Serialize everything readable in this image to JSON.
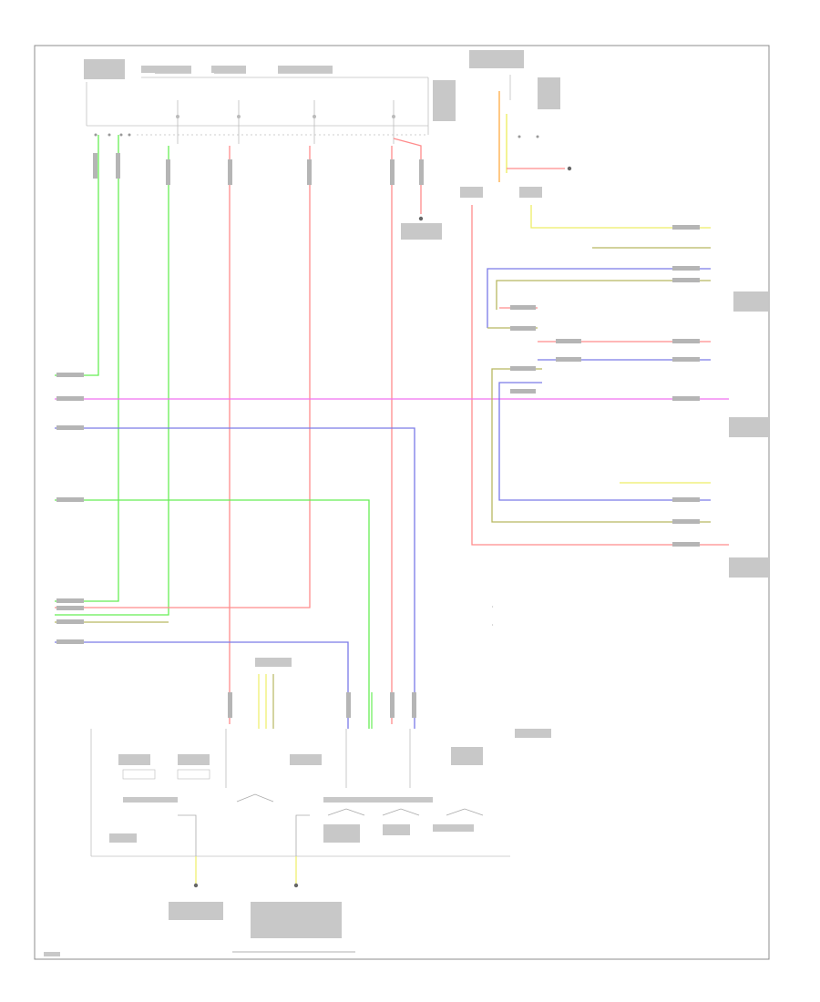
{
  "diagram": {
    "colors": {
      "green": "#66ee55",
      "red": "#ff8c8c",
      "magenta": "#f070f0",
      "blue": "#7a7ae8",
      "yellow": "#eeee66",
      "olive": "#b8b860",
      "orange": "#ffbb66",
      "frame": "#8c8c8c"
    },
    "icons": [
      "ground-symbol",
      "connector-pin",
      "switch-contact"
    ],
    "labels": {
      "legend_1": "•  ",
      "legend_2": "•  "
    }
  }
}
